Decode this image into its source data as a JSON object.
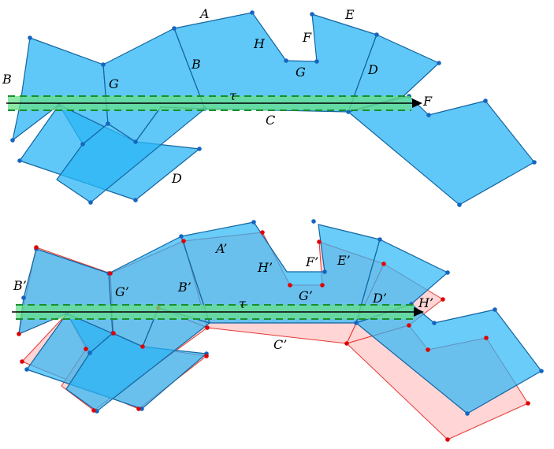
{
  "colors": {
    "blue_fill": "#29b6f6",
    "blue_stroke": "#1565a0",
    "vertex_blue": "#1565c0",
    "pink_fill": "#ffb3b3",
    "red_stroke": "#e53935",
    "vertex_red": "#e00000",
    "band_fill": "#66e08a",
    "band_dash": "#1a8f2e",
    "arrow": "#000000"
  },
  "top": {
    "labels": {
      "A": "A",
      "B_left": "B",
      "B_mid": "B",
      "C": "C",
      "D_bottom": "D",
      "D_right": "D",
      "E": "E",
      "F_top": "F",
      "F_right": "F",
      "G_left": "G",
      "G_mid": "G",
      "H": "H",
      "tau": "τ"
    }
  },
  "bottom": {
    "labels": {
      "A": "A’",
      "B_left": "B’",
      "B_mid": "B’",
      "C": "C’",
      "D": "D’",
      "E": "E’",
      "F": "F’",
      "G_left": "G’",
      "G_mid": "G’",
      "H": "H’",
      "tau": "τ"
    }
  }
}
